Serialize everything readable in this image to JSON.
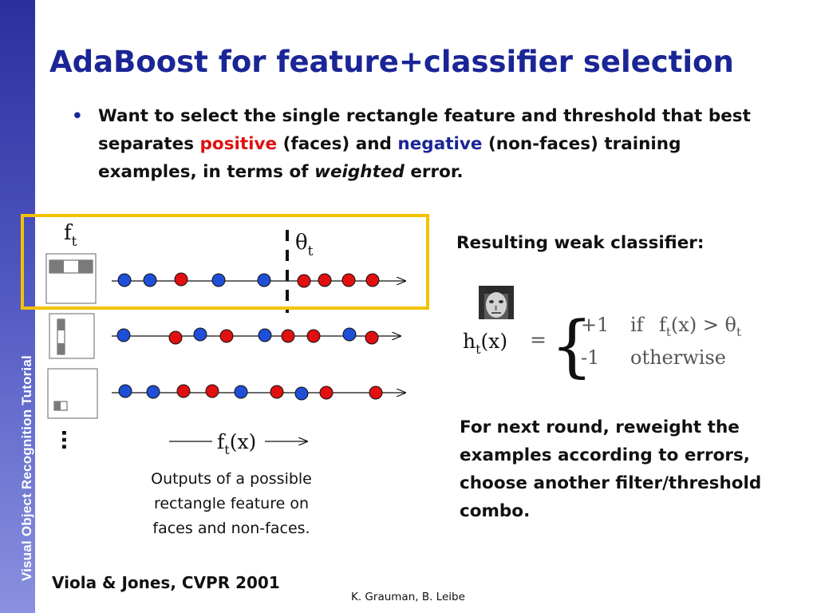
{
  "sidebar": {
    "text": "Visual Object Recognition Tutorial"
  },
  "title": "AdaBoost for feature+classifier selection",
  "bullet": {
    "prefix": "Want to select the single rectangle feature and threshold that best separates ",
    "positive": "positive",
    "middle": " (faces) and ",
    "negative": "negative",
    "suffix_a": " (non-faces) training examples, in terms of ",
    "weighted": "weighted",
    "suffix_b": " error."
  },
  "diagram": {
    "feature_label": "f",
    "feature_sub": "t",
    "threshold_symbol": "θ",
    "threshold_sub": "t",
    "ellipsis": "…",
    "axis_label_f": "f",
    "axis_label_sub": "t",
    "axis_label_arg": "(x)"
  },
  "caption": {
    "line1": "Outputs of a possible",
    "line2": "rectangle feature on",
    "line3": "faces and non-faces."
  },
  "classifier": {
    "heading": "Resulting weak classifier:",
    "h": "h",
    "h_sub": "t",
    "h_arg": "(x)",
    "equals": "=",
    "case1_value": "+1",
    "case1_if": "if",
    "case1_f": "f",
    "case1_f_sub": "t",
    "case1_cond": "(x) > θ",
    "case1_theta_sub": "t",
    "case2_value": "-1",
    "case2_cond": "otherwise"
  },
  "next_round": {
    "line1": "For next round, reweight the",
    "line2": "examples according to errors,",
    "line3": "choose another filter/threshold",
    "line4": "combo."
  },
  "citation": "Viola & Jones, CVPR 2001",
  "credit": "K. Grauman, B. Leibe",
  "colors": {
    "positive": "#e01010",
    "negative": "#1a2596",
    "highlight": "#f2c200"
  }
}
